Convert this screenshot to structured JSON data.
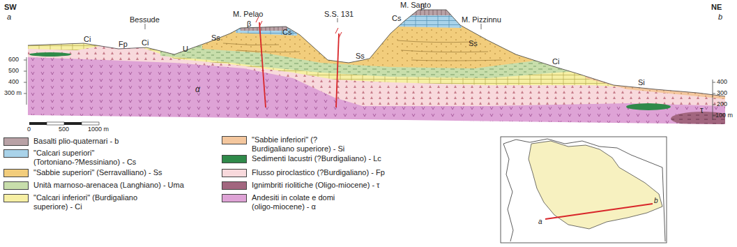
{
  "diagram": {
    "labels": [
      "SW",
      "a",
      "NE",
      "b",
      "Bessude",
      "M. Pelao",
      "S.S. 131",
      "M. Santo",
      "M. Pizzinnu",
      "600",
      "500",
      "400",
      "300 m",
      "400",
      "300",
      "200",
      "100 m",
      "0",
      "500",
      "1000 m",
      "Ci",
      "Fp",
      "Ci",
      "U",
      "Ss",
      "β",
      "Cs",
      "Ss",
      "Cs",
      "β",
      "Ss",
      "Ci",
      "Si",
      "α",
      "τ",
      "a",
      "b"
    ],
    "legend": [
      {
        "text": "Basalti plio-quaternari - b",
        "color": "#b9a2a6"
      },
      {
        "text": "\"Calcari superiori\" (Tortoniano-?Messiniano) - Cs",
        "color": "#a9d3ea"
      },
      {
        "text": "\"Sabbie superiori\" (Serravalliano) - Ss",
        "color": "#f2cd7c"
      },
      {
        "text": "Unità marnoso-arenacea (Langhiano) - Uma",
        "color": "#c8deab"
      },
      {
        "text": "\"Calcari inferiori\" (Burdigaliano superiore) - Ci",
        "color": "#f6efa4"
      },
      {
        "text": "\"Sabbie inferiori\" (?Burdigaliano superiore) - Si",
        "color": "#f4c79e"
      },
      {
        "text": "Sedimenti lacustri (?Burdigaliano) - Lc",
        "color": "#2f8a4a"
      },
      {
        "text": "Flusso piroclastico (?Burdigaliano) - Fp",
        "color": "#f8d9dc"
      },
      {
        "text": "Ignimbriti riolitiche (Oligo-miocene) - τ",
        "color": "#a2667f"
      },
      {
        "text": "Andesiti in colate e domi (oligo-miocene) - α",
        "color": "#dea3d6"
      }
    ]
  }
}
